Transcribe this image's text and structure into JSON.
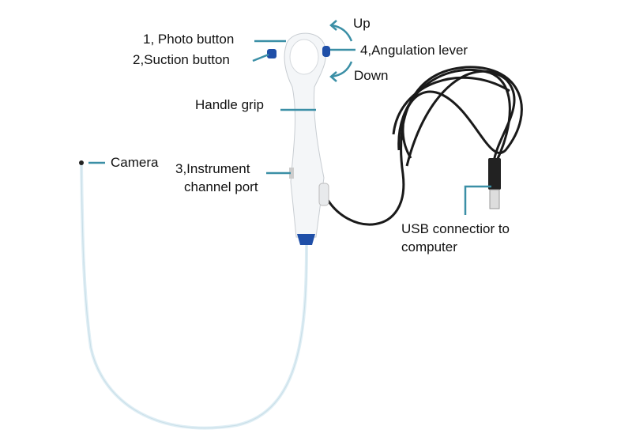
{
  "labels": {
    "up": "Up",
    "photo_button": "1, Photo button",
    "suction_button": "2,Suction button",
    "angulation_lever": "4,Angulation lever",
    "down": "Down",
    "handle_grip": "Handle grip",
    "camera": "Camera",
    "instrument_line1": "3,Instrument",
    "instrument_line2": "channel port",
    "usb_line1": "USB connectior to",
    "usb_line2": "computer"
  },
  "colors": {
    "leader": "#3b8fa6",
    "accent_blue": "#1f4fa8",
    "cable": "#1a1a1a",
    "tube": "#dfeef5"
  }
}
